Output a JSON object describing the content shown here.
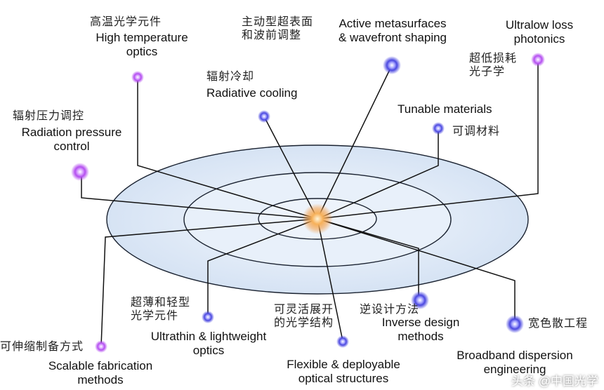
{
  "diagram": {
    "colors": {
      "disc_outer": "#dfe9f7",
      "disc_inner": "#e9f1fb",
      "ring_stroke": "#1a2230",
      "center_glow": "#f6a043",
      "node_purple": "#b44df0",
      "node_blue": "#4a47e0",
      "line": "#111111"
    },
    "nodes": [
      {
        "id": "high-temp",
        "zh": "高温光学元件",
        "en": "High temperature\noptics",
        "color": "purple",
        "size": "small"
      },
      {
        "id": "radiative-cooling",
        "zh": "辐射冷却",
        "en": "Radiative cooling",
        "color": "blue",
        "size": "small"
      },
      {
        "id": "active-metasurfaces",
        "zh": "主动型超表面\n和波前调整",
        "en": "Active metasurfaces\n& wavefront shaping",
        "color": "blue",
        "size": "large"
      },
      {
        "id": "ultralow-loss",
        "zh": "超低损耗\n光子学",
        "en": "Ultralow loss\nphotonics",
        "color": "purple",
        "size": "small"
      },
      {
        "id": "radiation-pressure",
        "zh": "辐射压力调控",
        "en": "Radiation pressure\ncontrol",
        "color": "purple",
        "size": "large"
      },
      {
        "id": "tunable-materials",
        "zh": "可调材料",
        "en": "Tunable materials",
        "color": "blue",
        "size": "small"
      },
      {
        "id": "ultrathin",
        "zh": "超薄和轻型\n光学元件",
        "en": "Ultrathin & lightweight\noptics",
        "color": "blue",
        "size": "small"
      },
      {
        "id": "flexible",
        "zh": "可灵活展开\n的光学结构",
        "en": "Flexible & deployable\noptical structures",
        "color": "blue",
        "size": "small"
      },
      {
        "id": "inverse-design",
        "zh": "逆设计方法",
        "en": "Inverse design\nmethods",
        "color": "blue",
        "size": "large"
      },
      {
        "id": "broadband",
        "zh": "宽色散工程",
        "en": "Broadband dispersion\nengineering",
        "color": "blue",
        "size": "large"
      },
      {
        "id": "scalable",
        "zh": "可伸缩制备方式",
        "en": "Scalable fabrication\nmethods",
        "color": "purple",
        "size": "small"
      }
    ],
    "watermark": "头条 @中国光学"
  }
}
